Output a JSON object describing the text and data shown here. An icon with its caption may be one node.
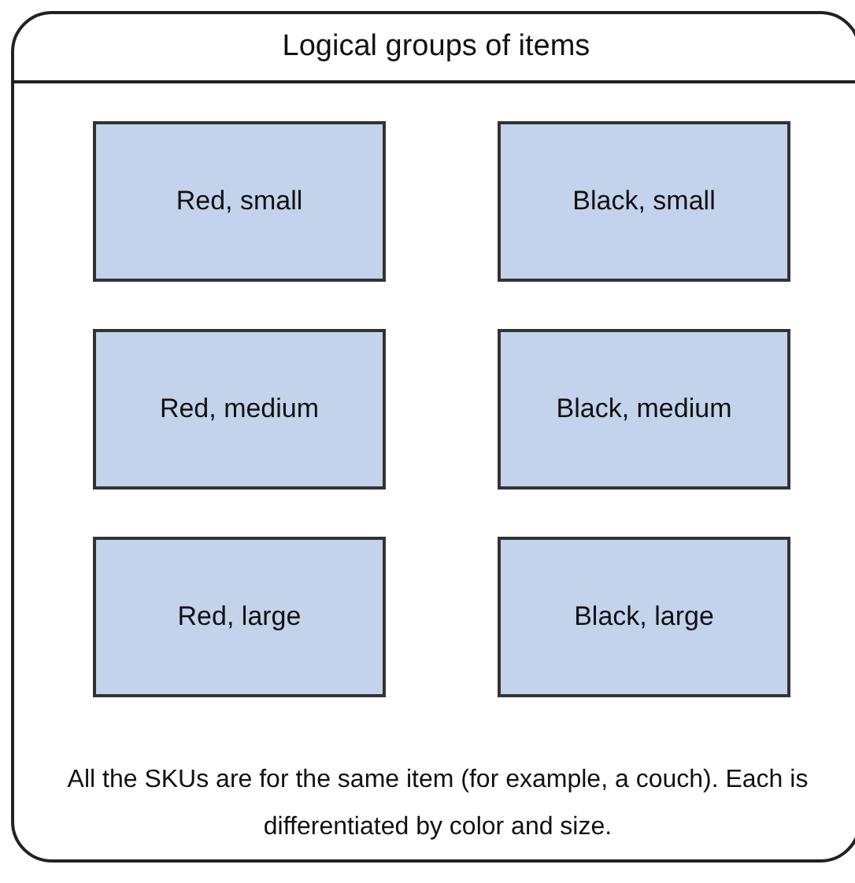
{
  "diagram": {
    "nodes": [
      {
        "text": [
          "Logical groups of items",
          "All the SKUs are for the same item (for example, a couch). Each is differentiated by color and size."
        ]
      },
      {
        "text": [
          "Red, small"
        ],
        "in": 0
      },
      {
        "text": [
          "Black, small"
        ],
        "in": 0
      },
      {
        "text": [
          "Red, medium"
        ],
        "in": 0
      },
      {
        "text": [
          "Black, medium"
        ],
        "in": 0
      },
      {
        "text": [
          "Red, large"
        ],
        "in": 0
      },
      {
        "text": [
          "Black, large"
        ],
        "in": 0
      }
    ]
  }
}
